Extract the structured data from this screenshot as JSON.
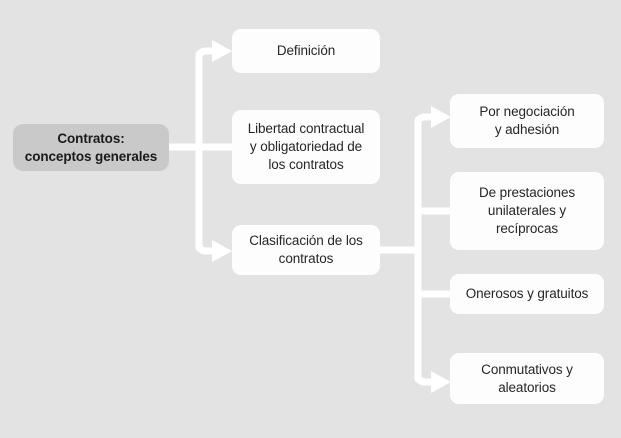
{
  "diagram": {
    "type": "tree-diagram",
    "title_node": "Contratos: conceptos generales",
    "background_color": "#e3e3e3",
    "node_fill": "#fdfdfd",
    "root_fill": "#c9c9c9",
    "connector_color": "#ffffff",
    "text_color": "#262626",
    "root": {
      "line1": "Contratos:",
      "line2": "conceptos generales"
    },
    "level2": [
      {
        "id": "definicion",
        "lines": [
          "Definición"
        ]
      },
      {
        "id": "libertad",
        "lines": [
          "Libertad contractual",
          "y obligatoriedad de",
          "los contratos"
        ]
      },
      {
        "id": "clasificacion",
        "lines": [
          "Clasificación de los",
          "contratos"
        ]
      }
    ],
    "level3": [
      {
        "id": "negociacion",
        "lines": [
          "Por negociación",
          "y adhesión"
        ]
      },
      {
        "id": "prestaciones",
        "lines": [
          "De prestaciones",
          "unilaterales y",
          "recíprocas"
        ]
      },
      {
        "id": "onerosos",
        "lines": [
          "Onerosos y gratuitos"
        ]
      },
      {
        "id": "conmutativos",
        "lines": [
          "Conmutativos y",
          "aleatorios"
        ]
      }
    ]
  }
}
